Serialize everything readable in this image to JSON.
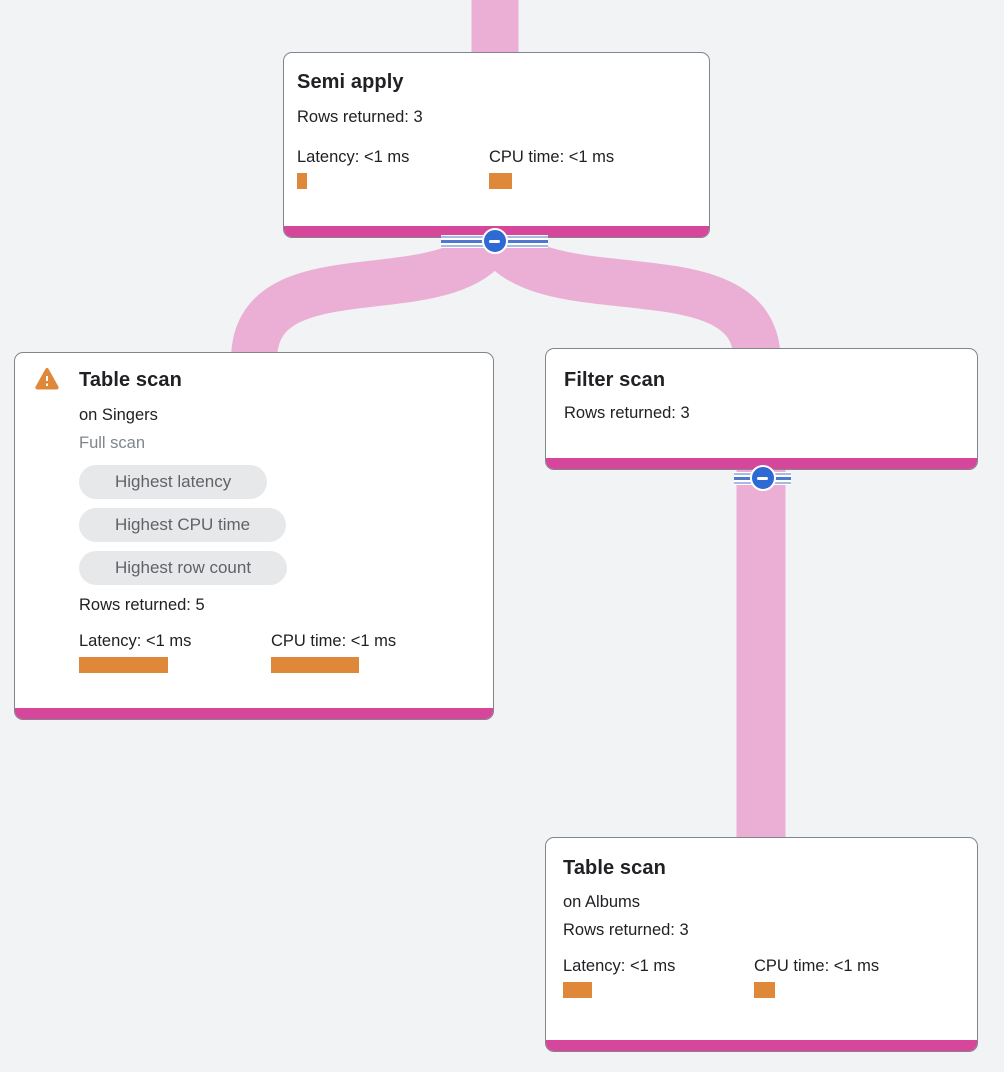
{
  "colors": {
    "canvas_background": "#f1f3f4",
    "edge_pink": "#ebafd6",
    "node_accent_magenta": "#d6479c",
    "metric_bar_orange": "#e0883a",
    "warning_icon_orange": "#e0883a",
    "collapse_button_blue": "#2e6ad3",
    "badge_background": "#e7e8ea",
    "badge_text": "#5f6368",
    "primary_text": "#202124",
    "secondary_text": "#80868b",
    "card_border": "#80868b"
  },
  "nodes": {
    "semi_apply": {
      "title": "Semi apply",
      "rows_returned": "Rows returned: 3",
      "latency_label": "Latency: <1 ms",
      "cpu_label": "CPU time: <1 ms",
      "latency_bar_width": 10,
      "cpu_bar_width": 23
    },
    "table_scan_singers": {
      "title": "Table scan",
      "subtitle": "on Singers",
      "scan_type": "Full scan",
      "badges": [
        "Highest latency",
        "Highest CPU time",
        "Highest row count"
      ],
      "rows_returned": "Rows returned: 5",
      "latency_label": "Latency: <1 ms",
      "cpu_label": "CPU time: <1 ms",
      "latency_bar_width": 89,
      "cpu_bar_width": 88
    },
    "filter_scan": {
      "title": "Filter scan",
      "rows_returned": "Rows returned: 3"
    },
    "table_scan_albums": {
      "title": "Table scan",
      "subtitle": "on Albums",
      "rows_returned": "Rows returned: 3",
      "latency_label": "Latency: <1 ms",
      "cpu_label": "CPU time: <1 ms",
      "latency_bar_width": 29,
      "cpu_bar_width": 21
    }
  }
}
